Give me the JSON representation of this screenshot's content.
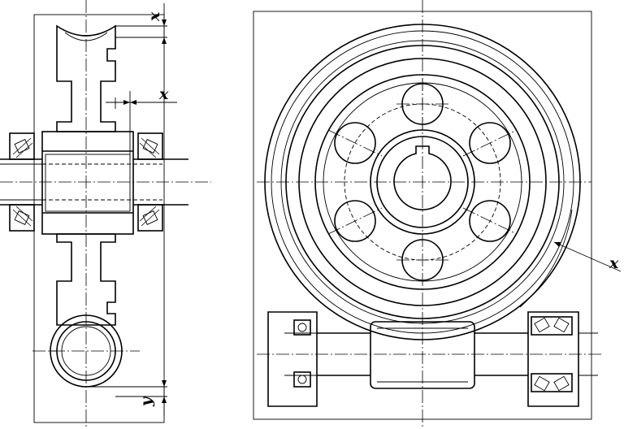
{
  "labels": {
    "x_top": "x",
    "x_mid": "x",
    "y_bottom": "y",
    "x_right": "x"
  }
}
